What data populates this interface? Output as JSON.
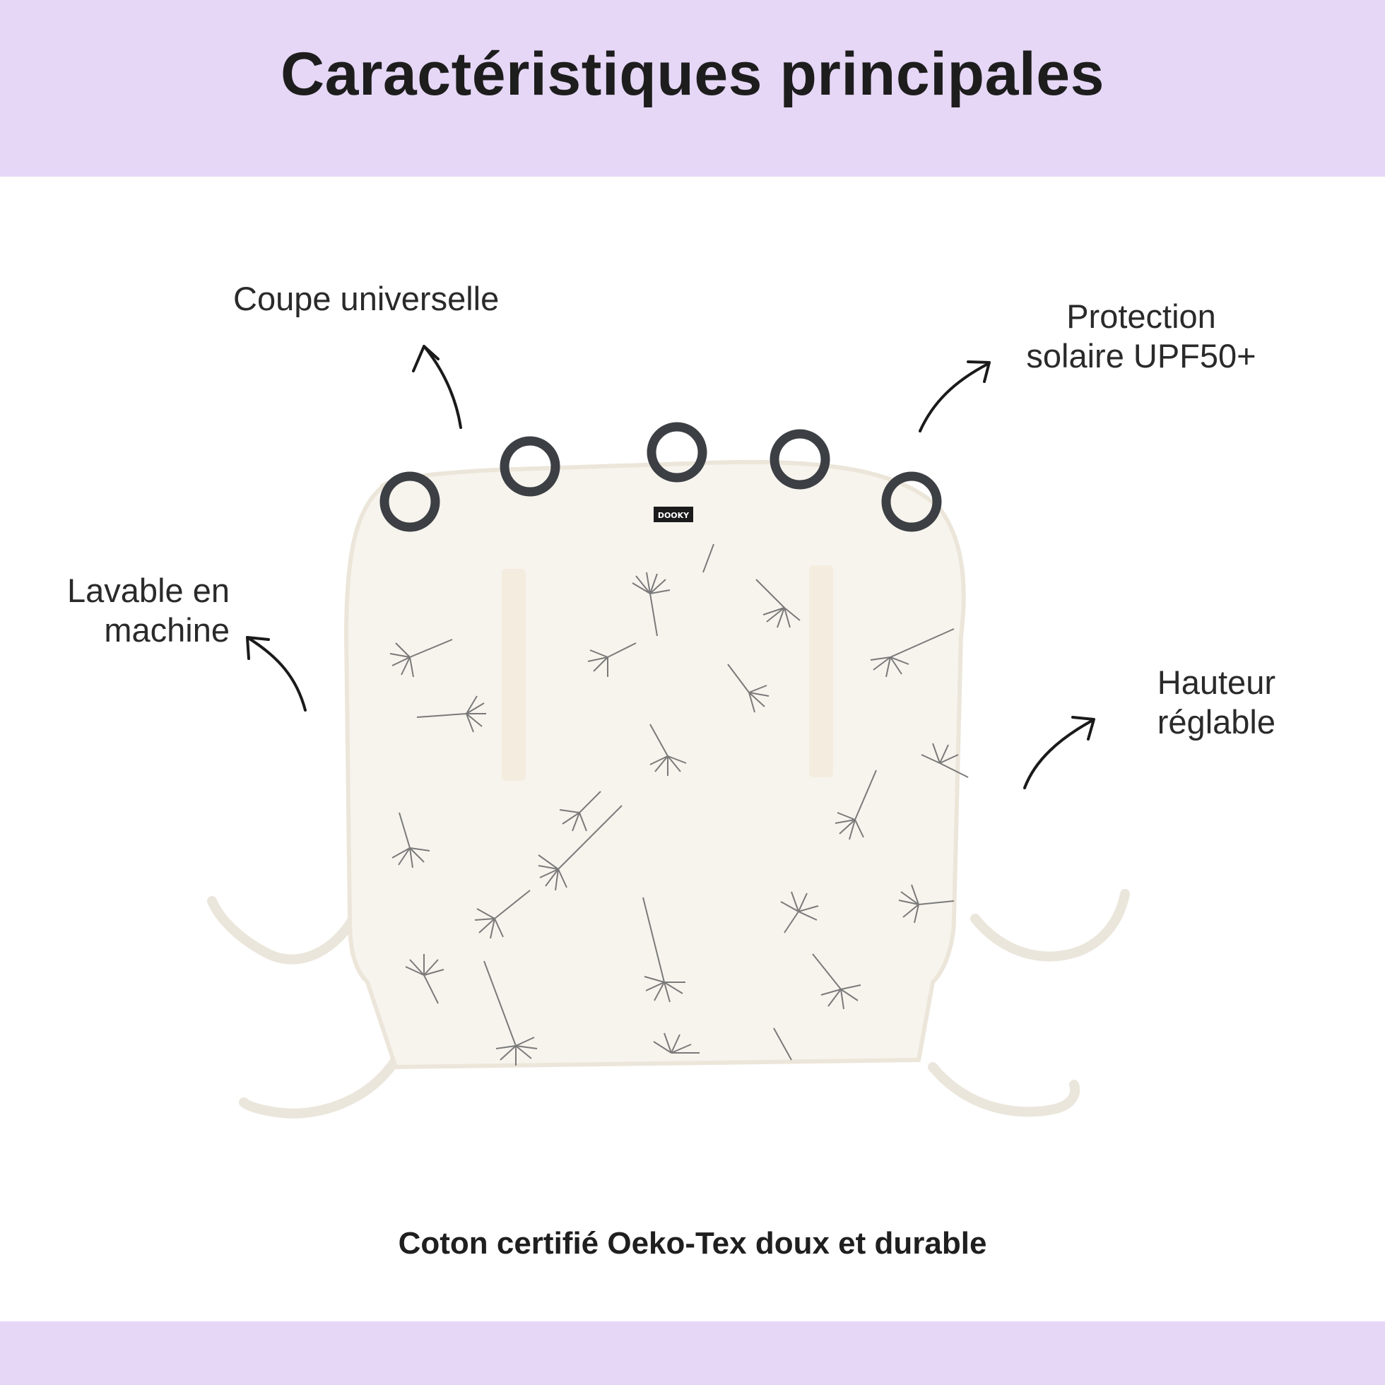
{
  "header": {
    "title": "Caractéristiques principales"
  },
  "features": {
    "coupe": {
      "line1": "Coupe universelle"
    },
    "protection": {
      "line1": "Protection",
      "line2": "solaire UPF50+"
    },
    "lavable": {
      "line1": "Lavable en",
      "line2": "machine"
    },
    "hauteur": {
      "line1": "Hauteur",
      "line2": "réglable"
    }
  },
  "product": {
    "brand_label": "DOOKY"
  },
  "footer": {
    "caption": "Coton certifié Oeko-Tex doux et durable"
  },
  "colors": {
    "band": "#e6d7f6",
    "fabric": "#f7f4ee",
    "rings": "#3c3f44",
    "text": "#1d1d1d"
  }
}
